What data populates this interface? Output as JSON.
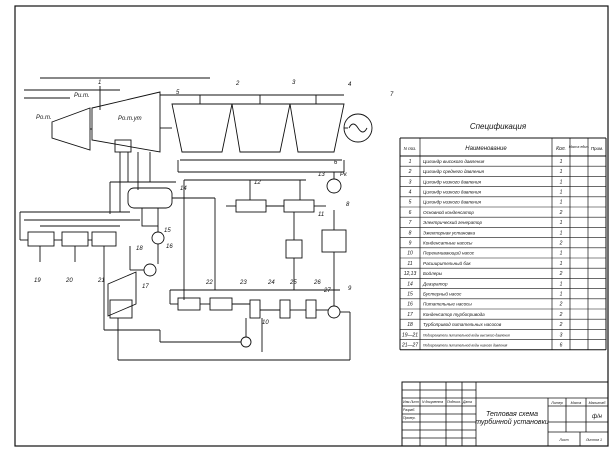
{
  "diagram": {
    "labels": {
      "p_top": "Pи.т.",
      "p_left": "Pо.т.",
      "p_mid": "Pо.т.ут",
      "pk": "Pк"
    },
    "numbers": [
      "1",
      "2",
      "3",
      "4",
      "5",
      "6",
      "7",
      "8",
      "9",
      "10",
      "11",
      "12",
      "13",
      "14",
      "15",
      "16",
      "17",
      "18",
      "19",
      "20",
      "21",
      "22",
      "23",
      "24",
      "25",
      "26",
      "27"
    ]
  },
  "spec": {
    "title": "Спецификация",
    "headers": {
      "num": "N поз.",
      "name": "Наименование",
      "qty": "Кол.",
      "mass": "Масса един.",
      "note": "Прим."
    },
    "rows": [
      {
        "num": "1",
        "name": "Цилиндр высокого давления",
        "qty": "1"
      },
      {
        "num": "2",
        "name": "Цилиндр среднего давления",
        "qty": "1"
      },
      {
        "num": "3",
        "name": "Цилиндр низкого давления",
        "qty": "1"
      },
      {
        "num": "4",
        "name": "Цилиндр низкого давления",
        "qty": "1"
      },
      {
        "num": "5",
        "name": "Цилиндр низкого давления",
        "qty": "1"
      },
      {
        "num": "6",
        "name": "Основной конденсатор",
        "qty": "2"
      },
      {
        "num": "7",
        "name": "Электрический генератор",
        "qty": "1"
      },
      {
        "num": "8",
        "name": "Эжекторная установка",
        "qty": "1"
      },
      {
        "num": "9",
        "name": "Конденсатные насосы",
        "qty": "2"
      },
      {
        "num": "10",
        "name": "Перекачивающий насос",
        "qty": "1"
      },
      {
        "num": "11",
        "name": "Расширительный бак",
        "qty": "1"
      },
      {
        "num": "12,13",
        "name": "Бойлеры",
        "qty": "2"
      },
      {
        "num": "14",
        "name": "Деаэратор",
        "qty": "1"
      },
      {
        "num": "15",
        "name": "Бустерный насос",
        "qty": "1"
      },
      {
        "num": "16",
        "name": "Питательные насосы",
        "qty": "2"
      },
      {
        "num": "17",
        "name": "Конденсатор турбопривода",
        "qty": "2"
      },
      {
        "num": "18",
        "name": "Турбопривод питательных насосов",
        "qty": "2"
      },
      {
        "num": "19—21",
        "name": "Подогреватели питательной воды высокого давления",
        "qty": "3"
      },
      {
        "num": "21—27",
        "name": "Подогреватели питательной воды низкого давления",
        "qty": "6"
      }
    ]
  },
  "title_block": {
    "title": "Тепловая схема турбинной установки",
    "title_line1": "Тепловая схема",
    "title_line2": "турбинной установки",
    "scale": "ф/н",
    "col_lit": "Литер",
    "col_mass": "Масса",
    "col_scale": "Масштаб",
    "sheet": "Лист",
    "sheets": "Листов 1",
    "left_rows": [
      "Изм.Лист",
      "Разраб.",
      "Провер."
    ],
    "left_cols": [
      "N документа",
      "Подпись",
      "Дата"
    ]
  }
}
